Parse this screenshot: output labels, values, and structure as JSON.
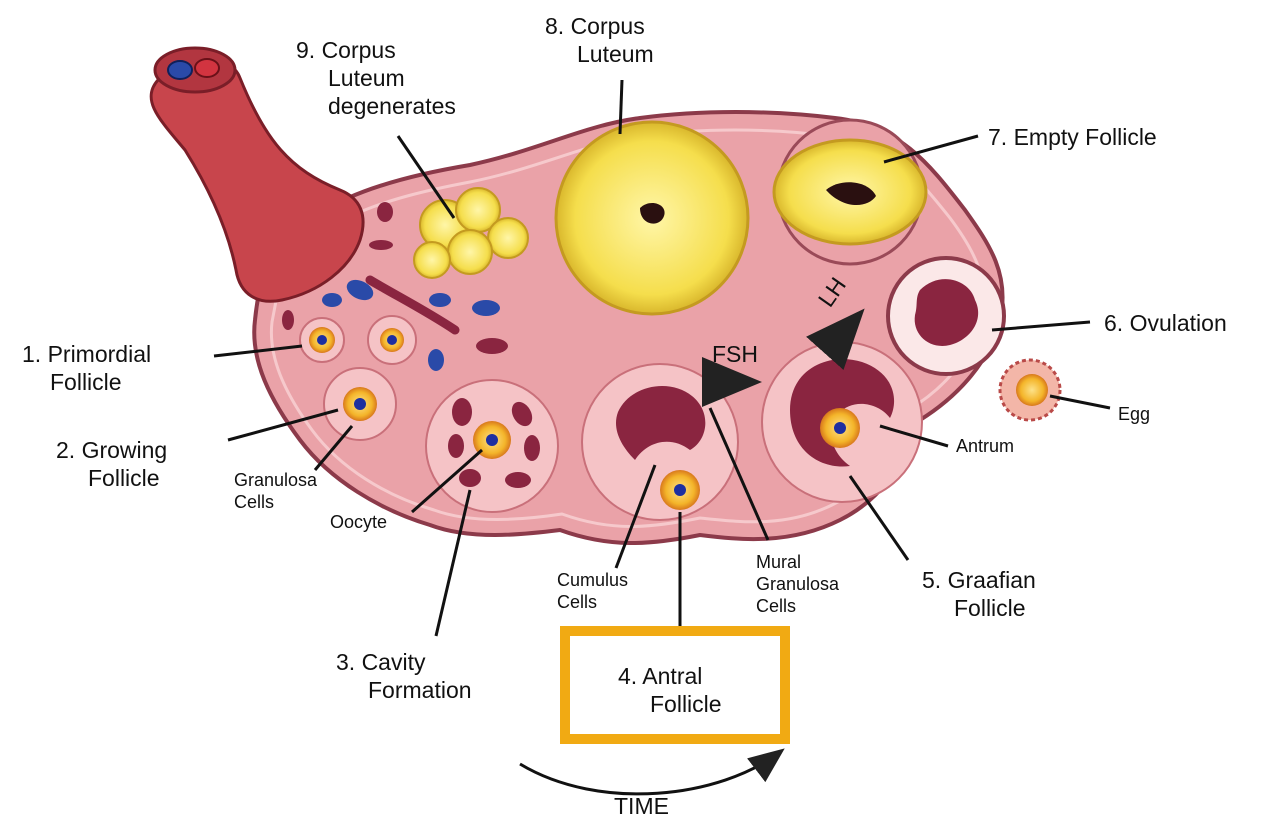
{
  "labels": {
    "primordial": [
      "1. Primordial",
      "Follicle"
    ],
    "growing": [
      "2. Growing",
      "Follicle"
    ],
    "granulosa": [
      "Granulosa",
      "Cells"
    ],
    "oocyte": "Oocyte",
    "cavity": [
      "3. Cavity",
      "Formation"
    ],
    "cumulus": [
      "Cumulus",
      "Cells"
    ],
    "antral": [
      "4. Antral",
      "Follicle"
    ],
    "mural": [
      "Mural",
      "Granulosa",
      "Cells"
    ],
    "graafian": [
      "5. Graafian",
      "Follicle"
    ],
    "antrum": "Antrum",
    "ovulation": "6. Ovulation",
    "egg": "Egg",
    "empty": "7. Empty Follicle",
    "corpus_luteum": [
      "8. Corpus",
      "Luteum"
    ],
    "degenerates": [
      "9. Corpus",
      "Luteum",
      "degenerates"
    ],
    "fsh": "FSH",
    "lh": "LH",
    "time": "TIME"
  },
  "highlight": {
    "label": "4. Antral Follicle",
    "color": "#f1aa13"
  },
  "colors": {
    "ovary_fill": "#eaa2a8",
    "ovary_outline": "#8c3a4a",
    "vessel": "#c8454c",
    "corpus_luteum": "#f6e255",
    "antrum": "#8a2540",
    "oocyte_ring": "#f2b025",
    "nucleus": "#1d2fa0",
    "vein_blue": "#2a4aa8"
  }
}
